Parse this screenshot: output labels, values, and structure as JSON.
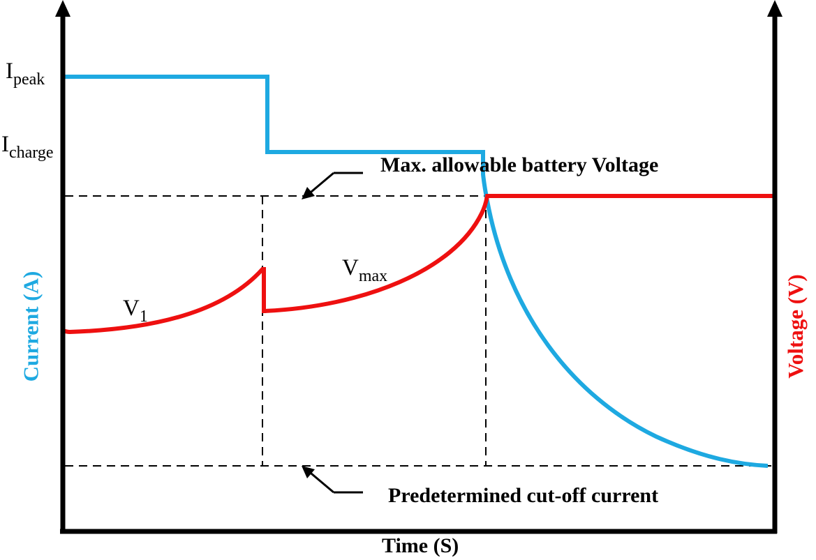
{
  "labels": {
    "i_peak": {
      "main": "I",
      "sub": "peak"
    },
    "i_charge": {
      "main": "I",
      "sub": "charge"
    },
    "v_1": {
      "main": "V",
      "sub": "1"
    },
    "v_max": {
      "main": "V",
      "sub": "max"
    },
    "max_voltage": "Max. allowable battery Voltage",
    "cutoff": "Predetermined cut-off current",
    "x_axis": "Time (S)",
    "y_left": "Current (A)",
    "y_right": "Voltage (V)"
  },
  "colors": {
    "current": "#1ea9e1",
    "voltage": "#ee1010",
    "axis": "#000000"
  }
}
